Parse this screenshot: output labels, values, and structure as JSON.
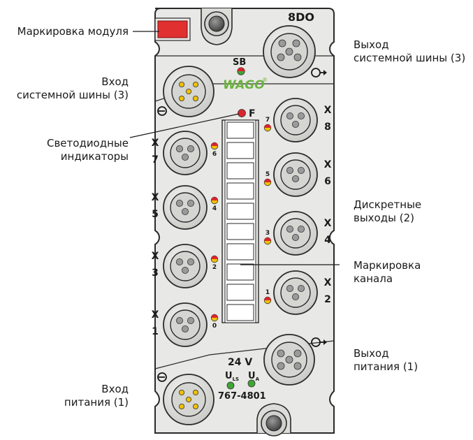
{
  "device": {
    "model_label": "8DO",
    "bus_label": "SB",
    "brand": "WAGO",
    "brand_mark": "®",
    "fault_label": "F",
    "voltage_label": "24 V",
    "uls_main": "U",
    "uls_sub": "LS",
    "ua_main": "U",
    "ua_sub": "A",
    "part_number": "767-4801",
    "left_ports": [
      {
        "letter": "X",
        "number": "7",
        "led": "6"
      },
      {
        "letter": "X",
        "number": "5",
        "led": "4"
      },
      {
        "letter": "X",
        "number": "3",
        "led": "2"
      },
      {
        "letter": "X",
        "number": "1",
        "led": "0"
      }
    ],
    "right_ports": [
      {
        "letter": "X",
        "number": "8",
        "led": "7"
      },
      {
        "letter": "X",
        "number": "6",
        "led": "5"
      },
      {
        "letter": "X",
        "number": "4",
        "led": "3"
      },
      {
        "letter": "X",
        "number": "2",
        "led": "1"
      }
    ],
    "colors": {
      "body": "#e8e8e6",
      "outline": "#2a2a2a",
      "led_red": "#d9262c",
      "led_yellow": "#f0c000",
      "led_green": "#3fa535",
      "brand_green": "#6cb33f",
      "module_marker": "#e03030"
    }
  },
  "callouts": {
    "module_marking": "Маркировка модуля",
    "bus_input_l1": "Вход",
    "bus_input_l2": "системной шины (3)",
    "bus_output_l1": "Выход",
    "bus_output_l2": "системной шины (3)",
    "leds_l1": "Светодиодные",
    "leds_l2": "индикаторы",
    "outputs_l1": "Дискретные",
    "outputs_l2": "выходы (2)",
    "channel_l1": "Маркировка",
    "channel_l2": "канала",
    "power_out_l1": "Выход",
    "power_out_l2": "питания (1)",
    "power_in_l1": "Вход",
    "power_in_l2": "питания (1)"
  }
}
